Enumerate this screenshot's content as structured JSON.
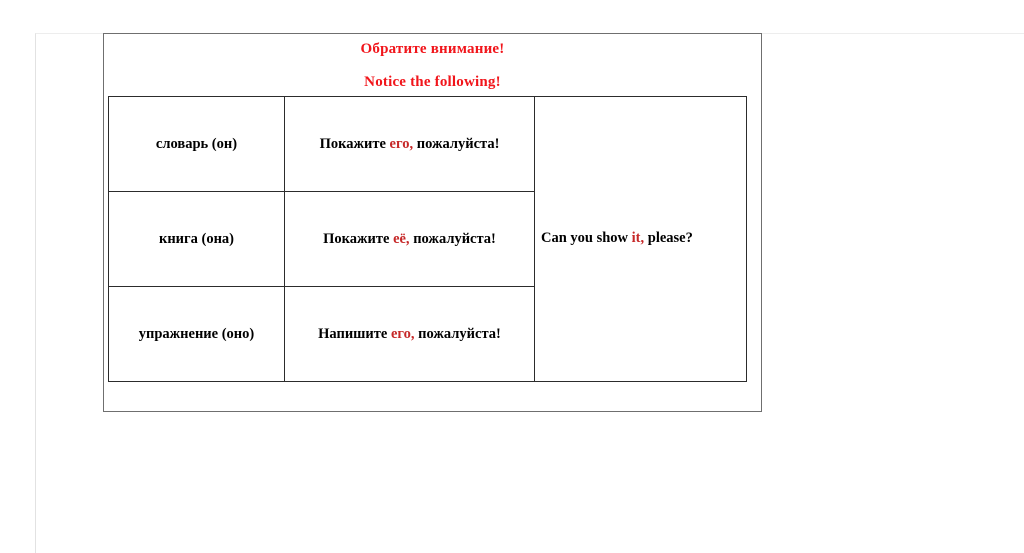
{
  "notice": {
    "russian": "Обратите внимание!",
    "english": "Notice the following!",
    "color": "#f1151b"
  },
  "table": {
    "highlight_color": "#c62828",
    "rows": [
      {
        "noun": "словарь (он)",
        "phrase_before": "Покажите ",
        "phrase_highlight": "его,",
        "phrase_after": " пожалуйста!"
      },
      {
        "noun": "книга (она)",
        "phrase_before": "Покажите ",
        "phrase_highlight": "её,",
        "phrase_after": " пожалуйста!"
      },
      {
        "noun": "упражнение (оно)",
        "phrase_before": "Напишите ",
        "phrase_highlight": "его,",
        "phrase_after": " пожалуйста!"
      }
    ],
    "english_cell": {
      "before": "Can you show ",
      "highlight": "it,",
      "after": " please?"
    }
  }
}
